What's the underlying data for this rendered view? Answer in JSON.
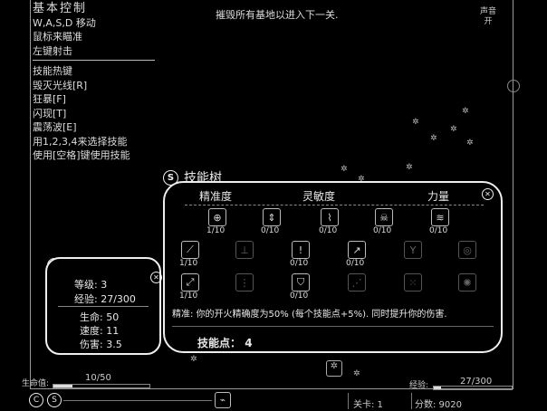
{
  "controls": {
    "title": "基本控制",
    "move": "W,A,S,D 移动",
    "aim": "鼠标来瞄准",
    "shoot": "左键射击",
    "skills_title": "技能热键",
    "skill1": "毁灭光线[R]",
    "skill2": "狂暴[F]",
    "skill3": "闪现[T]",
    "skill4": "震荡波[E]",
    "hint1": "用1,2,3,4来选择技能",
    "hint2": "使用[空格]键使用技能"
  },
  "objective": "摧毁所有基地以进入下一关.",
  "sound": {
    "label": "声音",
    "state": "开"
  },
  "skill_tree": {
    "hotkey": "S",
    "title": "技能树",
    "columns": [
      "精准度",
      "灵敏度",
      "力量"
    ],
    "levels": [
      "1/10",
      "0/10",
      "0/10",
      "0/10",
      "0/10",
      "1/10",
      "0/10",
      "0/10",
      "1/10",
      "0/10"
    ],
    "description": "精准: 你的开火精确度为50% (每个技能点+5%). 同时提升你的伤害.",
    "points_label": "技能点：",
    "points_value": "4"
  },
  "attributes": {
    "hotkey": "C",
    "title": "属性",
    "level": "等级: 3",
    "xp": "经验: 27/300",
    "hp": "生命: 50",
    "speed": "速度: 11",
    "damage": "伤害: 3.5"
  },
  "hud": {
    "hp_label": "生命值:",
    "hp_value": "10/50",
    "hp_fraction": 0.2,
    "xp_label": "经验:",
    "xp_value": "27/300",
    "xp_fraction": 0.09,
    "level": "关卡: 1",
    "score": "分数: 9020",
    "btn_c": "C",
    "btn_s": "S"
  }
}
